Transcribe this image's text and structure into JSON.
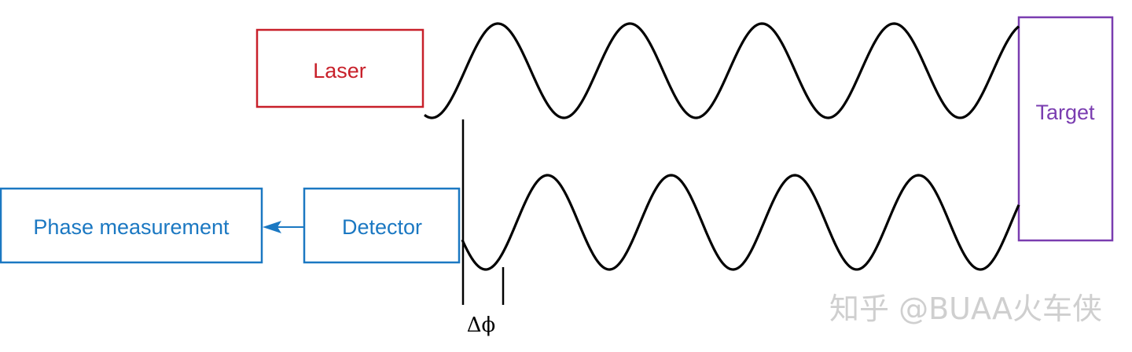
{
  "boxes": {
    "laser": {
      "label": "Laser",
      "color": "#c8202a"
    },
    "target": {
      "label": "Target",
      "color": "#7a3db0"
    },
    "detector": {
      "label": "Detector",
      "color": "#1b78c2"
    },
    "phase": {
      "label": "Phase measurement",
      "color": "#1b78c2"
    }
  },
  "waves": {
    "outgoing": {
      "cycles": 4.5,
      "color": "#000000"
    },
    "returning": {
      "cycles": 4.5,
      "color": "#000000"
    }
  },
  "phase_shift": {
    "label": "Δϕ"
  },
  "watermark": {
    "text": "知乎 @BUAA火车侠",
    "color": "#cfcfcf"
  }
}
